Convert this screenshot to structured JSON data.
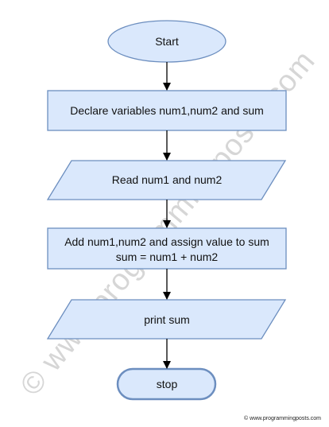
{
  "colors": {
    "fill": "#dae8fc",
    "stroke": "#6c8ebf",
    "arrow": "#000000",
    "watermark": "#d6d6d6"
  },
  "watermark": "© www.programmingposts.com",
  "credit": "© www.programmingposts.com",
  "nodes": {
    "start": {
      "shape": "ellipse",
      "label": "Start"
    },
    "declare": {
      "shape": "process",
      "label": "Declare variables num1,num2 and sum"
    },
    "read": {
      "shape": "input-output",
      "label": "Read num1 and num2"
    },
    "add": {
      "shape": "process",
      "line1": "Add num1,num2 and assign value to sum",
      "line2": "sum = num1 + num2"
    },
    "print": {
      "shape": "input-output",
      "label": "print sum"
    },
    "stop": {
      "shape": "ellipse",
      "label": "stop"
    }
  },
  "edges": [
    {
      "from": "start",
      "to": "declare"
    },
    {
      "from": "declare",
      "to": "read"
    },
    {
      "from": "read",
      "to": "add"
    },
    {
      "from": "add",
      "to": "print"
    },
    {
      "from": "print",
      "to": "stop"
    }
  ]
}
